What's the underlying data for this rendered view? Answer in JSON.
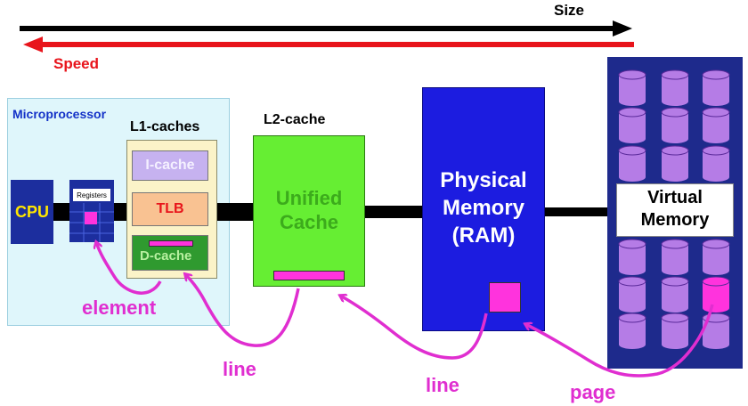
{
  "arrows": {
    "size_label": "Size",
    "speed_label": "Speed"
  },
  "microprocessor": {
    "title": "Microprocessor",
    "cpu_label": "CPU",
    "registers_label": "Registers",
    "l1_title": "L1-caches",
    "icache_label": "I-cache",
    "tlb_label": "TLB",
    "dcache_label": "D-cache"
  },
  "l2": {
    "title": "L2-cache",
    "body_line1": "Unified",
    "body_line2": "Cache"
  },
  "ram": {
    "line1": "Physical",
    "line2": "Memory",
    "line3": "(RAM)"
  },
  "virtual": {
    "line1": "Virtual",
    "line2": "Memory"
  },
  "transfers": {
    "element": "element",
    "line1": "line",
    "line2": "line",
    "page": "page"
  },
  "colors": {
    "size_arrow": "#000000",
    "speed_arrow": "#e8141b",
    "speed_text": "#e8141b",
    "micro_bg": "#dff6fb",
    "micro_title": "#1432c8",
    "cpu": "#1c2e9e",
    "l1_panel": "#fbf3c8",
    "icache": "#c6b2f0",
    "tlb": "#f9c292",
    "tlb_text": "#e8141b",
    "dcache": "#2f9a2f",
    "l2": "#66ee33",
    "ram": "#1c1ce0",
    "disk_panel": "#1e2a8c",
    "disk": "#b57ce6",
    "data_unit": "#ff33dd",
    "label_magenta": "#e02ed0"
  }
}
